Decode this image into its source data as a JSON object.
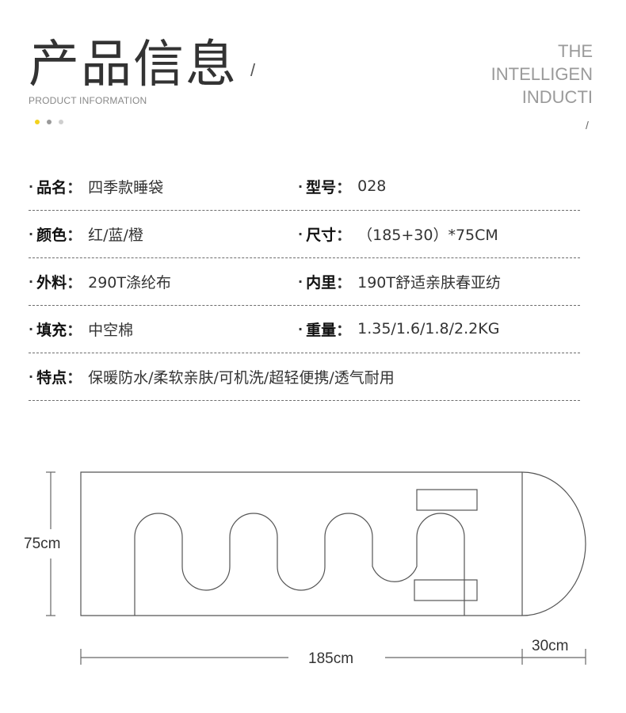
{
  "header": {
    "title_cn": "产品信息",
    "title_slash": "/",
    "title_en": "PRODUCT INFORMATION",
    "dots": [
      {
        "color": "#f3d21e"
      },
      {
        "color": "#9a9a9a"
      },
      {
        "color": "#cfcfcf"
      }
    ],
    "right_lines": [
      "THE",
      "INTELLIGEN",
      "INDUCTI"
    ],
    "right_slash": "/"
  },
  "specs": [
    {
      "left": {
        "label": "品名",
        "value": "四季款睡袋"
      },
      "right": {
        "label": "型号",
        "value": "028"
      }
    },
    {
      "left": {
        "label": "颜色",
        "value": "红/蓝/橙"
      },
      "right": {
        "label": "尺寸",
        "value": "（185+30）*75CM"
      }
    },
    {
      "left": {
        "label": "外料",
        "value": "290T涤纶布"
      },
      "right": {
        "label": "内里",
        "value": "190T舒适亲肤春亚纺"
      }
    },
    {
      "left": {
        "label": "填充",
        "value": "中空棉"
      },
      "right": {
        "label": "重量",
        "value": "1.35/1.6/1.8/2.2KG"
      }
    },
    {
      "left": {
        "label": "特点",
        "value": "保暖防水/柔软亲肤/可机洗/超轻便携/透气耐用"
      }
    }
  ],
  "diagram": {
    "height_label": "75cm",
    "length_label": "185cm",
    "hood_label": "30cm"
  }
}
